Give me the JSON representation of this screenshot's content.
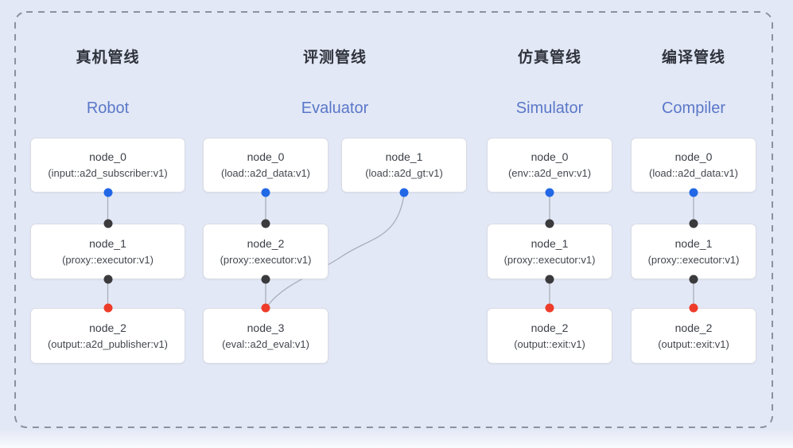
{
  "diagram": {
    "pipelines": [
      {
        "title_zh": "真机管线",
        "title_en": "Robot",
        "nodes": [
          {
            "name": "node_0",
            "type": "(input::a2d_subscriber:v1)"
          },
          {
            "name": "node_1",
            "type": "(proxy::executor:v1)"
          },
          {
            "name": "node_2",
            "type": "(output::a2d_publisher:v1)"
          }
        ]
      },
      {
        "title_zh": "评测管线",
        "title_en": "Evaluator",
        "nodes": [
          {
            "name": "node_0",
            "type": "(load::a2d_data:v1)"
          },
          {
            "name": "node_1",
            "type": "(load::a2d_gt:v1)"
          },
          {
            "name": "node_2",
            "type": "(proxy::executor:v1)"
          },
          {
            "name": "node_3",
            "type": "(eval::a2d_eval:v1)"
          }
        ]
      },
      {
        "title_zh": "仿真管线",
        "title_en": "Simulator",
        "nodes": [
          {
            "name": "node_0",
            "type": "(env::a2d_env:v1)"
          },
          {
            "name": "node_1",
            "type": "(proxy::executor:v1)"
          },
          {
            "name": "node_2",
            "type": "(output::exit:v1)"
          }
        ]
      },
      {
        "title_zh": "编译管线",
        "title_en": "Compiler",
        "nodes": [
          {
            "name": "node_0",
            "type": "(load::a2d_data:v1)"
          },
          {
            "name": "node_1",
            "type": "(proxy::executor:v1)"
          },
          {
            "name": "node_2",
            "type": "(output::exit:v1)"
          }
        ]
      }
    ]
  },
  "colors": {
    "background": "#e3e8f6",
    "dashed_border": "#8b919d",
    "title_zh": "#2f333c",
    "title_en": "#5a78c8",
    "node_bg": "#ffffff",
    "node_border": "#d9dce4",
    "wire": "#a9afba",
    "port_blue": "#2268e6",
    "port_black": "#3b3b3d",
    "port_red": "#ee3c2b"
  }
}
